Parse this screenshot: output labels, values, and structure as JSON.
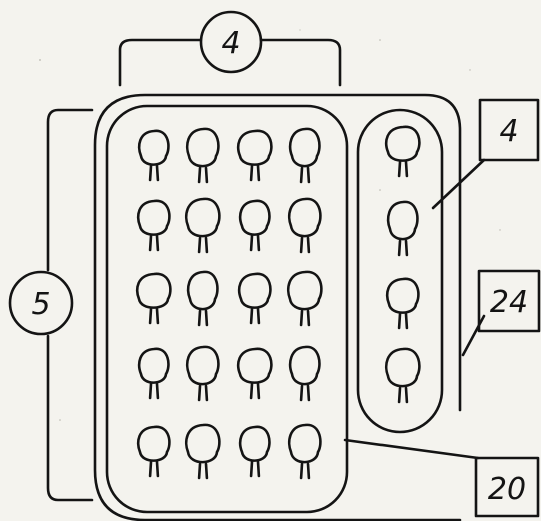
{
  "labels": {
    "columns_count": "4",
    "rows_count": "5",
    "extra_count": "4",
    "total_count": "24",
    "grid_total": "20"
  },
  "grid": {
    "rows": 5,
    "columns": 4
  },
  "extra_column": {
    "count": 4
  },
  "icons": {
    "figure": "tree-figure-icon"
  }
}
